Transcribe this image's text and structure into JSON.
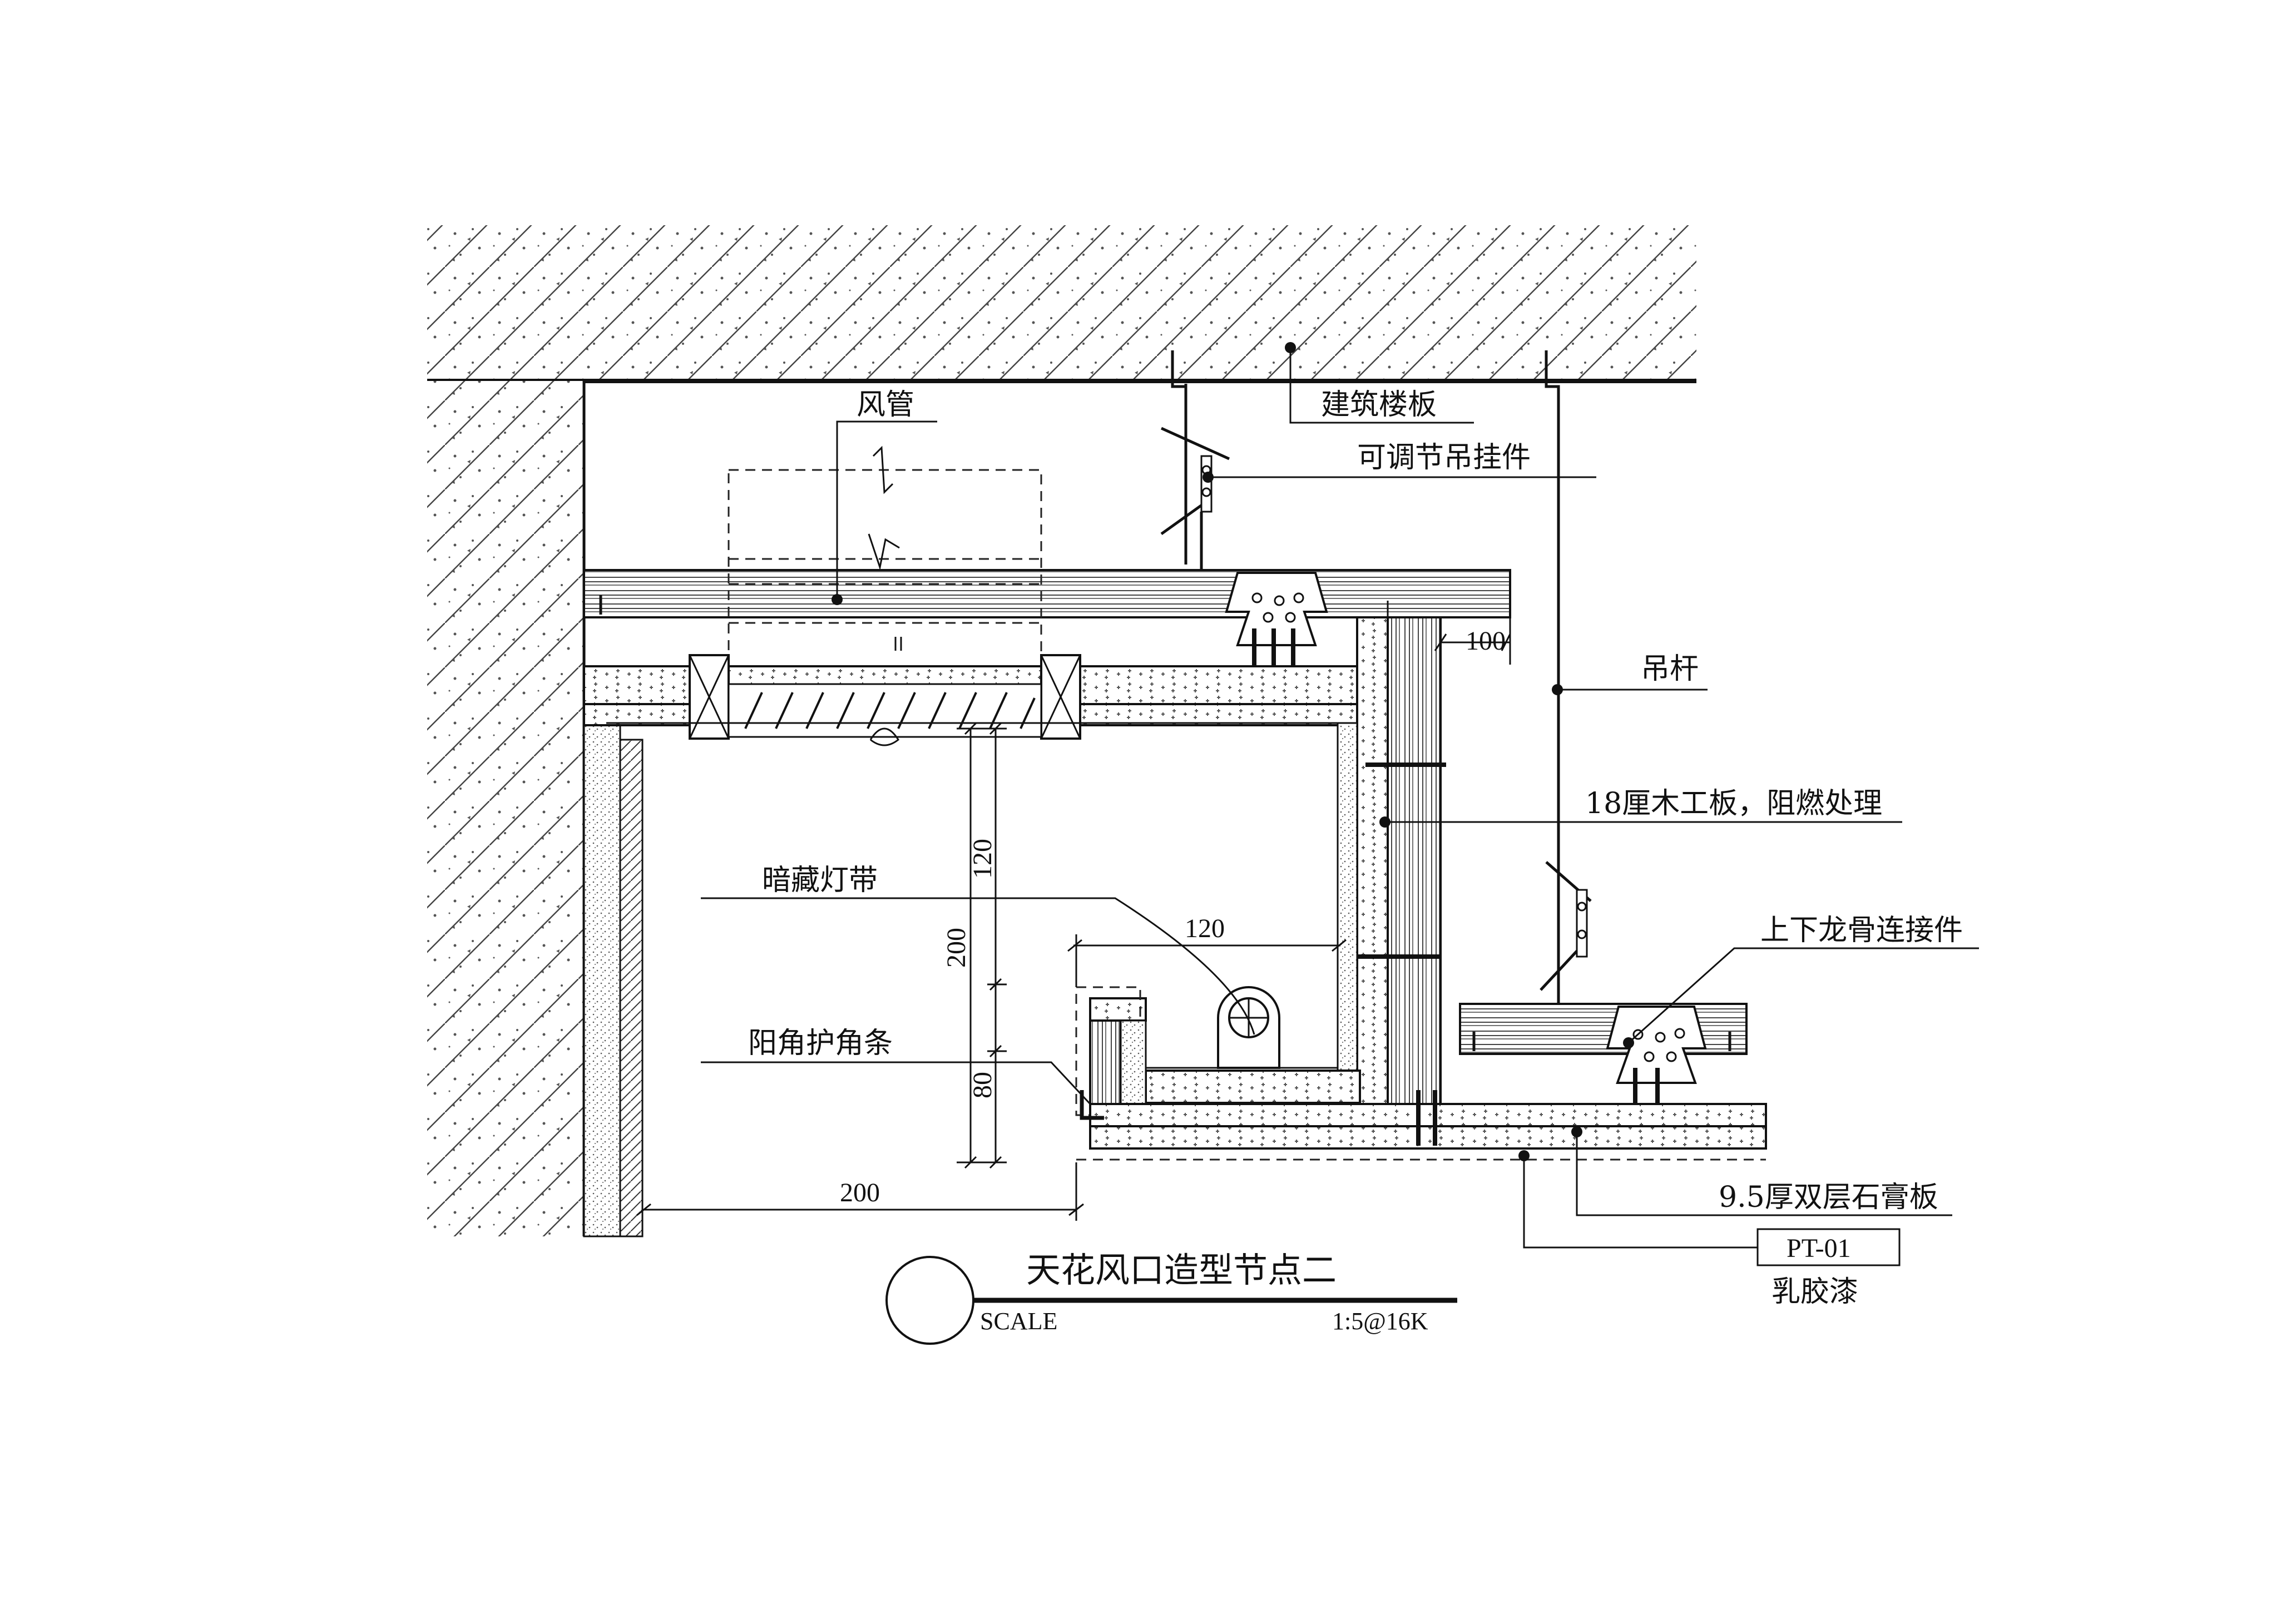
{
  "drawing": {
    "title": "天花风口造型节点二",
    "scale_label": "SCALE",
    "scale_value": "1:5@16K"
  },
  "labels": {
    "building_slab": "建筑楼板",
    "adjustable_hanger": "可调节吊挂件",
    "air_duct": "风管",
    "dim_100": "100",
    "hanger_rod": "吊杆",
    "plywood": "18厘木工板，阻燃处理",
    "hidden_light": "暗藏灯带",
    "dim_120_h": "120",
    "dim_120_v": "120",
    "dim_200_v": "200",
    "keel_connector": "上下龙骨连接件",
    "corner_guard": "阳角护角条",
    "dim_80": "80",
    "dim_200_h": "200",
    "gypsum": "9.5厚双层石膏板",
    "finish_code": "PT-01",
    "finish_name": "乳胶漆"
  },
  "colors": {
    "line": "#111111",
    "hatch": "#555555",
    "background": "#ffffff"
  }
}
